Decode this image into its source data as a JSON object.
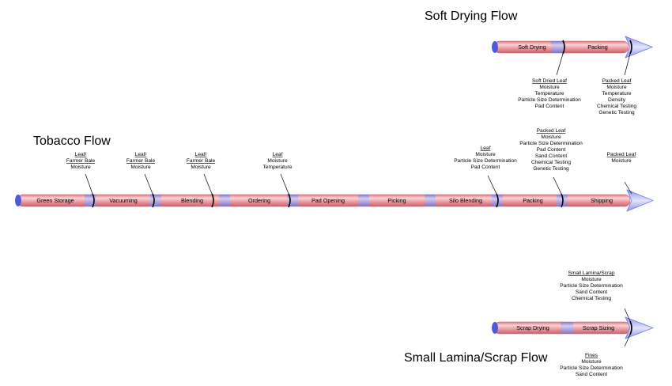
{
  "colors": {
    "pipe_fill": "#f1a2a8",
    "pipe_shine": "#fad4d6",
    "pipe_edge": "#c3636d",
    "joint": "#8f96ee",
    "end_cap": "#4f5bd6",
    "arrow_fill": "#a7b0f0",
    "arrow_edge": "#7079da",
    "divider": "#000000"
  },
  "soft_drying": {
    "title": "Soft Drying Flow",
    "segments": [
      "Soft Drying",
      "Packing"
    ],
    "annotations": [
      {
        "heading": "Soft Dried Leaf",
        "lines": [
          "Moisture",
          "Temperature",
          "Particle Size Determination",
          "Pad Content"
        ]
      },
      {
        "heading": "Packed Leaf",
        "lines": [
          "Moisture",
          "Temperature",
          "Density",
          "Chemical Testing",
          "Genetic Testing"
        ]
      }
    ]
  },
  "tobacco": {
    "title": "Tobacco Flow",
    "segments": [
      "Green Storage",
      "Vacuuming",
      "Blending",
      "Ordering",
      "Pad Opening",
      "Picking",
      "Silo Blending",
      "Packing",
      "Shipping"
    ],
    "annotations": [
      {
        "heading": "Leaf/",
        "lines": [
          "Farmer Bale",
          "Moisture"
        ]
      },
      {
        "heading": "Leaf/",
        "lines": [
          "Farmer Bale",
          "Moisture"
        ]
      },
      {
        "heading": "Leaf/",
        "lines": [
          "Farmer Bale",
          "Moisture"
        ]
      },
      {
        "heading": "Leaf",
        "lines": [
          "Moisture",
          "Temperature"
        ]
      },
      {
        "heading": "Leaf",
        "lines": [
          "Moisture",
          "Particle Size Determination",
          "Pad Content"
        ]
      },
      {
        "heading": "Packed Leaf",
        "lines": [
          "Moisture",
          "Particle Size Determination",
          "Pad Content",
          "Sand Content",
          "Chemical Testing",
          "Genetic Testing"
        ]
      },
      {
        "heading": "Packed Leaf",
        "lines": [
          "Moisture"
        ]
      }
    ]
  },
  "scrap": {
    "title": "Small Lamina/Scrap Flow",
    "segments": [
      "Scrap Drying",
      "Scrap Sizing"
    ],
    "annotations": [
      {
        "heading": "Small Lamina/Scrap",
        "lines": [
          "Moisture",
          "Particle Size Determination",
          "Sand Content",
          "Chemical Testing"
        ]
      },
      {
        "heading": "Fines",
        "lines": [
          "Moisture",
          "Particle Size Determination",
          "Sand Content"
        ]
      }
    ]
  }
}
